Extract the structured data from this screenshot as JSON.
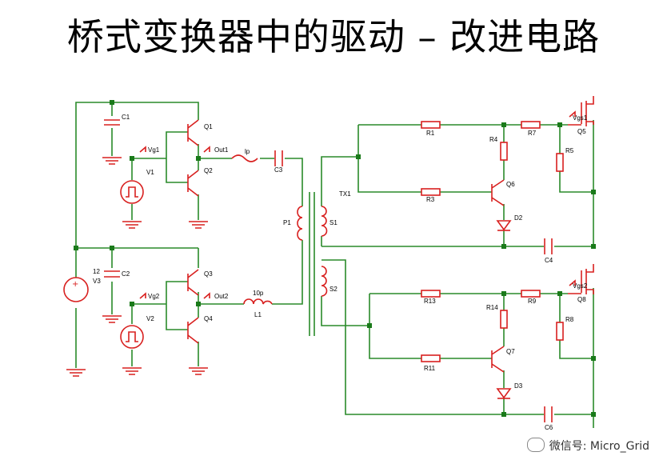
{
  "title": "桥式变换器中的驱动 – 改进电路",
  "labels": {
    "C1": "C1",
    "Q1": "Q1",
    "Vg1": "Vg1",
    "Out1": "Out1",
    "V1": "V1",
    "Q2": "Q2",
    "lp": "lp",
    "C3": "C3",
    "TX1": "TX1",
    "P1": "P1",
    "S1": "S1",
    "S2": "S2",
    "v12": "12",
    "V3": "V3",
    "C2": "C2",
    "Q3": "Q3",
    "Vg2": "Vg2",
    "Out2": "Out2",
    "V2": "V2",
    "Q4": "Q4",
    "l10p": "10p",
    "L1": "L1",
    "R1": "R1",
    "R7": "R7",
    "Vgs1": "Vgs1",
    "Q5": "Q5",
    "R4": "R4",
    "R5": "R5",
    "R3": "R3",
    "Q6": "Q6",
    "D2": "D2",
    "C4": "C4",
    "R13": "R13",
    "R9": "R9",
    "Vgs2": "Vgs2",
    "Q8": "Q8",
    "R14": "R14",
    "R8": "R8",
    "R11": "R11",
    "Q7": "Q7",
    "D3": "D3",
    "C6": "C6"
  },
  "watermark": "微信号: Micro_Grid",
  "colors": {
    "wire": "#2a8a2a",
    "component": "#d8201f",
    "node": "#1a7a1a"
  }
}
